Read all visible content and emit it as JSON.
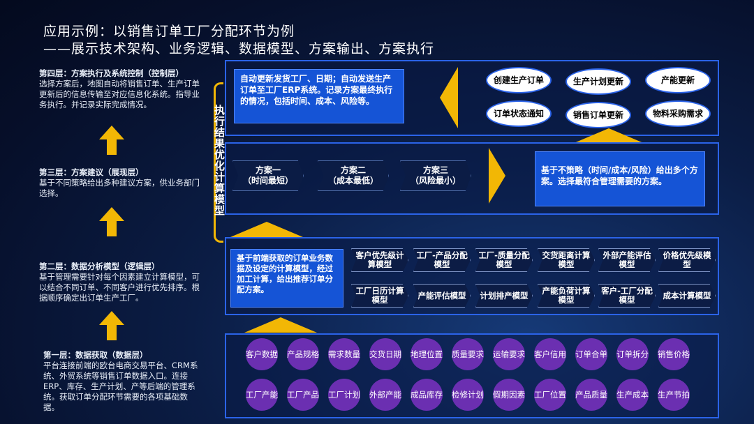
{
  "title": {
    "line1": "应用示例：以销售订单工厂分配环节为例",
    "line2": "——展示技术架构、业务逻辑、数据模型、方案输出、方案执行"
  },
  "layers": [
    {
      "heading": "第四层：方案执行及系统控制（控制层）",
      "text": "选择方案后，地图自动将销售订单、生产订单更新后的信息传输至对应信息化系统。指导业务执行。并记录实际完成情况。"
    },
    {
      "heading": "第三层：方案建议（展现层）",
      "text": "基于不同策略给出多种建议方案，供业务部门选择。"
    },
    {
      "heading": "第二层：数据分析模型（逻辑层）",
      "text": "基于管理需要针对每个因素建立计算模型，可以结合不同订单、不同客户进行优先排序。根据顺序确定出订单生产工厂。"
    },
    {
      "heading": "第一层：数据获取（数据层）",
      "text": "平台连接前端的欧台电商交易平台、CRM系统、外贸系统等销售订单数据入口。连接ERP、库存、生产计划、产等后端的管理系统。获取订单分配环节需要的各项基础数据。"
    }
  ],
  "vertical_label": "执行结果优化计算模型",
  "execution": {
    "description": "自动更新发货工厂、日期；自动发送生产订单至工厂ERP系统。记录方案最终执行的情况，包括时间、成本、风险等。",
    "ovals": [
      "创建生产订单",
      "生产计划更新",
      "产能更新",
      "订单状态通知",
      "销售订单更新",
      "物料采购需求"
    ]
  },
  "proposal": {
    "plans": [
      {
        "name": "方案一",
        "sub": "（时间最短）"
      },
      {
        "name": "方案二",
        "sub": "（成本最低）"
      },
      {
        "name": "方案三",
        "sub": "（风险最小）"
      }
    ],
    "description": "基于不策略（时间/成本/风险）给出多个方案。选择最符合管理需要的方案。"
  },
  "analysis": {
    "description": "基于前端获取的订单业务数据及设定的计算模型，经过加工计算，给出推荐订单分配方案。",
    "models_row1": [
      "客户优先级计算模型",
      "工厂-产品分配模型",
      "工厂-质量分配模型",
      "交货距离计算模型",
      "外部产能评估模型",
      "价格优先级模型"
    ],
    "models_row2": [
      "工厂日历计算模型",
      "产能评估模型",
      "计划排产模型",
      "产能负荷计算模型",
      "客户-工厂分配模型",
      "成本计算模型"
    ]
  },
  "data_layer": {
    "row1": [
      "客户数据",
      "产品规格",
      "需求数量",
      "交货日期",
      "地理位置",
      "质量要求",
      "运输要求",
      "客户信用",
      "订单合单",
      "订单拆分",
      "销售价格"
    ],
    "row2": [
      "工厂产能",
      "工厂产品",
      "工厂计划",
      "外部产能",
      "成品库存",
      "检修计划",
      "假期因素",
      "工厂位置",
      "产品质量",
      "生产成本",
      "生产节拍"
    ]
  },
  "colors": {
    "accent": "#f2b705",
    "panel_border": "#2b63e8",
    "box_blue": "#1554d6",
    "circle_purple": "#6b2fb1"
  }
}
